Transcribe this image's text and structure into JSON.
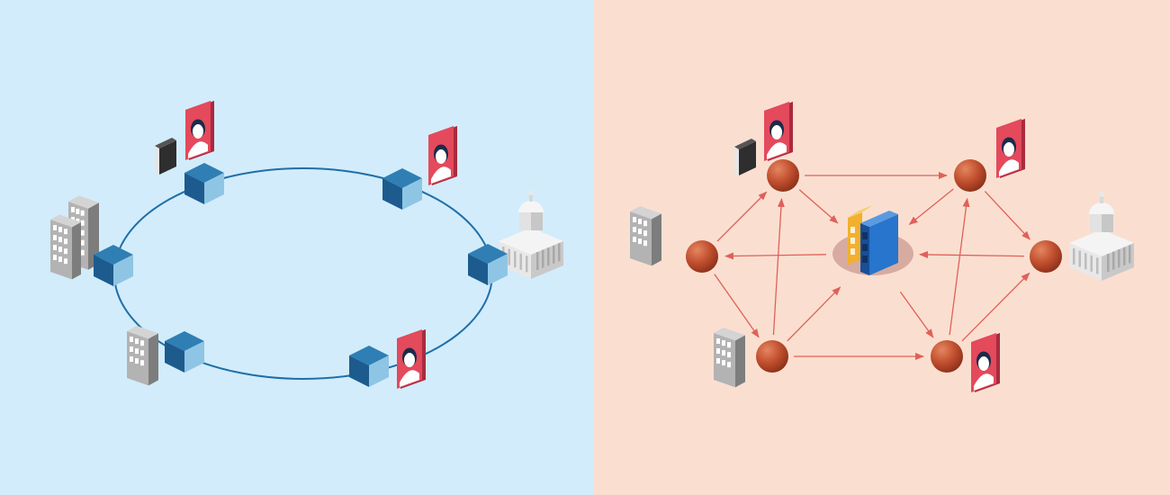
{
  "panels": {
    "left": {
      "background": "#d2ecfb",
      "ring_color": "#1f6fa7",
      "cube_top_color": "#2f7fb4",
      "cube_left_color": "#1d5b8e",
      "cube_right_color": "#8fc5e4",
      "nodes": [
        {
          "id": "node-top-left",
          "attachments": [
            "book",
            "person"
          ]
        },
        {
          "id": "node-top-right",
          "attachments": [
            "person"
          ]
        },
        {
          "id": "node-left",
          "attachments": [
            "office-building"
          ]
        },
        {
          "id": "node-right",
          "attachments": [
            "government-building"
          ]
        },
        {
          "id": "node-bottom-left",
          "attachments": [
            "office-building"
          ]
        },
        {
          "id": "node-bottom-right",
          "attachments": [
            "person"
          ]
        }
      ]
    },
    "right": {
      "background": "#fadfd0",
      "edge_color": "#e0605a",
      "node_color": "#b5482c",
      "hub_color": "#d7aba0",
      "nodes": [
        {
          "id": "node-top-left",
          "attachments": [
            "book",
            "person"
          ]
        },
        {
          "id": "node-top-right",
          "attachments": [
            "person"
          ]
        },
        {
          "id": "node-left",
          "attachments": [
            "office-building"
          ]
        },
        {
          "id": "node-right",
          "attachments": [
            "government-building"
          ]
        },
        {
          "id": "node-bottom-left",
          "attachments": [
            "office-building"
          ]
        },
        {
          "id": "node-bottom-right",
          "attachments": [
            "person"
          ]
        }
      ],
      "hub": {
        "id": "central-ledger",
        "icon": "books-icon"
      },
      "edges": [
        [
          "node-top-left",
          "node-top-right"
        ],
        [
          "node-top-left",
          "central-ledger"
        ],
        [
          "node-left",
          "node-top-left"
        ],
        [
          "node-top-right",
          "central-ledger"
        ],
        [
          "node-top-right",
          "node-right"
        ],
        [
          "central-ledger",
          "node-left"
        ],
        [
          "node-right",
          "central-ledger"
        ],
        [
          "node-left",
          "node-bottom-left"
        ],
        [
          "node-bottom-left",
          "node-top-left"
        ],
        [
          "node-bottom-left",
          "central-ledger"
        ],
        [
          "node-bottom-left",
          "node-bottom-right"
        ],
        [
          "central-ledger",
          "node-bottom-right"
        ],
        [
          "node-bottom-right",
          "node-top-right"
        ],
        [
          "node-bottom-right",
          "node-right"
        ]
      ]
    }
  }
}
